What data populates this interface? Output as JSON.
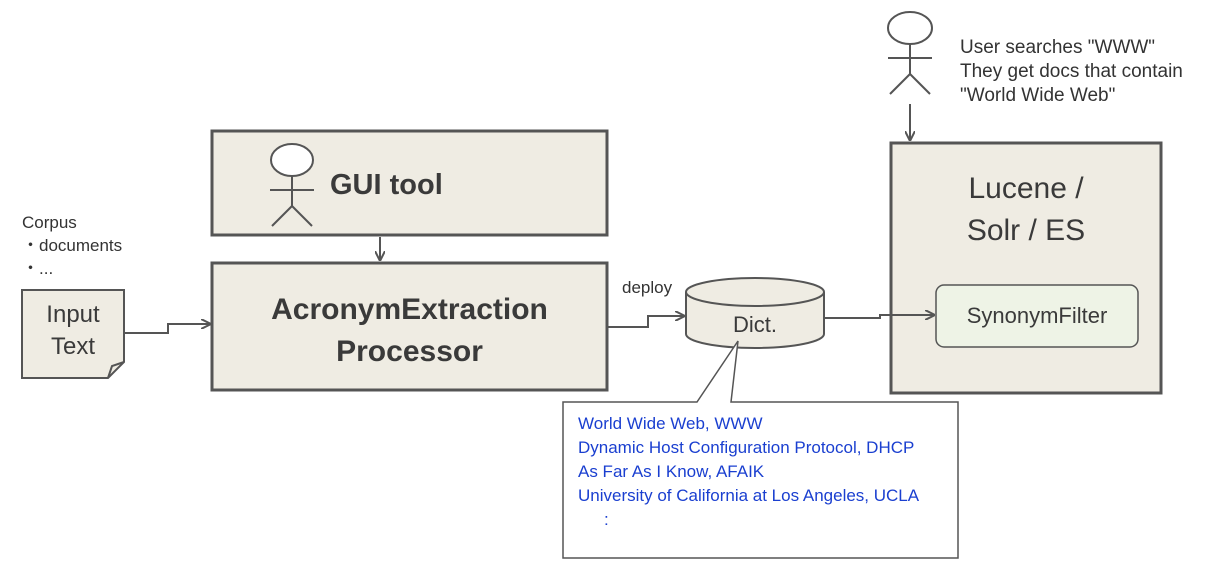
{
  "corpus": {
    "title": "Corpus",
    "items": [
      "・documents",
      "・..."
    ]
  },
  "input_text": {
    "line1": "Input",
    "line2": "Text"
  },
  "gui_tool": {
    "label": "GUI tool"
  },
  "processor": {
    "line1": "AcronymExtraction",
    "line2": "Processor"
  },
  "deploy_label": "deploy",
  "dict": {
    "label": "Dict."
  },
  "dictionary_entries": [
    "World Wide Web, WWW",
    "Dynamic Host Configuration Protocol, DHCP",
    "As Far As I Know, AFAIK",
    "University of California at Los Angeles, UCLA",
    ":"
  ],
  "search_engine": {
    "line1": "Lucene /",
    "line2": "Solr / ES"
  },
  "synonym_filter": {
    "label": "SynonymFilter"
  },
  "user_note": [
    "User searches \"WWW\"",
    "They get docs that contain",
    "\"World Wide Web\""
  ],
  "colors": {
    "box_fill": "#efece3",
    "box_stroke": "#555555",
    "filter_fill": "#eef3e6",
    "link_text": "#1a3fd0"
  }
}
